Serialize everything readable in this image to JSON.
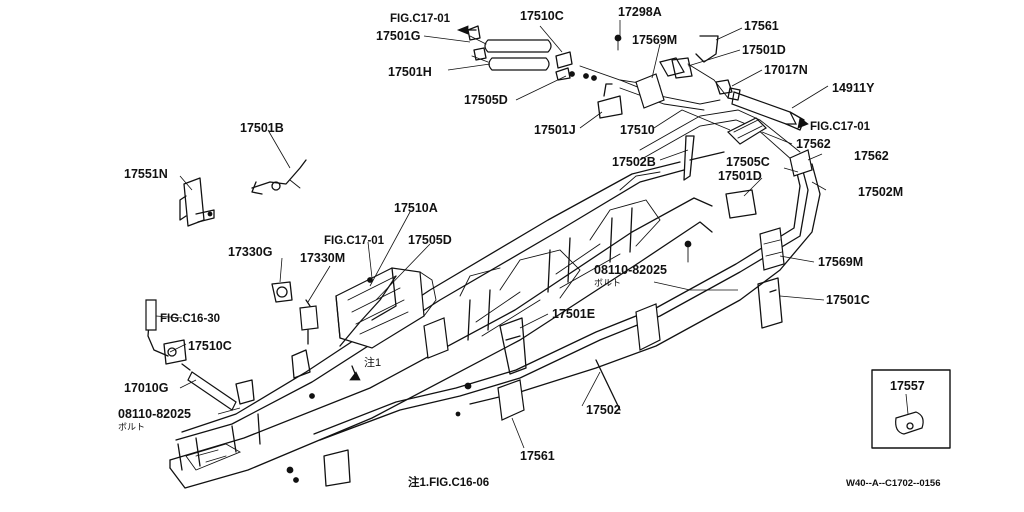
{
  "diagram": {
    "part_labels": [
      {
        "id": "p-17510c-top",
        "text": "17510C"
      },
      {
        "id": "p-17298a",
        "text": "17298A"
      },
      {
        "id": "p-17561-top",
        "text": "17561"
      },
      {
        "id": "p-17501g",
        "text": "17501G"
      },
      {
        "id": "p-17569m-top",
        "text": "17569M"
      },
      {
        "id": "p-17501d-top",
        "text": "17501D"
      },
      {
        "id": "p-17501h",
        "text": "17501H"
      },
      {
        "id": "p-17017n",
        "text": "17017N"
      },
      {
        "id": "p-14911y",
        "text": "14911Y"
      },
      {
        "id": "p-17505d-top",
        "text": "17505D"
      },
      {
        "id": "p-17501j",
        "text": "17501J"
      },
      {
        "id": "p-17510",
        "text": "17510"
      },
      {
        "id": "p-17562a",
        "text": "17562"
      },
      {
        "id": "p-17562b",
        "text": "17562"
      },
      {
        "id": "p-17501b",
        "text": "17501B"
      },
      {
        "id": "p-17502b",
        "text": "17502B"
      },
      {
        "id": "p-17505c",
        "text": "17505C"
      },
      {
        "id": "p-17501d-mid",
        "text": "17501D"
      },
      {
        "id": "p-17502m",
        "text": "17502M"
      },
      {
        "id": "p-17551n",
        "text": "17551N"
      },
      {
        "id": "p-17510a",
        "text": "17510A"
      },
      {
        "id": "p-17505d-mid",
        "text": "17505D"
      },
      {
        "id": "p-17330g",
        "text": "17330G"
      },
      {
        "id": "p-17330m",
        "text": "17330M"
      },
      {
        "id": "p-17569m-right",
        "text": "17569M"
      },
      {
        "id": "p-08110-right",
        "text": "08110-82025"
      },
      {
        "id": "p-17501c-right",
        "text": "17501C"
      },
      {
        "id": "p-17501e",
        "text": "17501E"
      },
      {
        "id": "p-17510c-left",
        "text": "17510C"
      },
      {
        "id": "p-17010g",
        "text": "17010G"
      },
      {
        "id": "p-08110-left",
        "text": "08110-82025"
      },
      {
        "id": "p-17502",
        "text": "17502"
      },
      {
        "id": "p-17561-bottom",
        "text": "17561"
      },
      {
        "id": "p-17557",
        "text": "17557"
      }
    ],
    "figure_refs": [
      {
        "id": "fig-c17-top",
        "text": "FIG.C17-01"
      },
      {
        "id": "fig-c17-right",
        "text": "FIG.C17-01"
      },
      {
        "id": "fig-c17-mid",
        "text": "FIG.C17-01"
      },
      {
        "id": "fig-c16-left",
        "text": "FIG.C16-30"
      }
    ],
    "jp_labels": [
      {
        "id": "jp-bolt-right",
        "text": "ボルト"
      },
      {
        "id": "jp-bolt-left",
        "text": "ボルト"
      },
      {
        "id": "jp-note-marker",
        "text": "注1"
      }
    ],
    "footnote": "注1.FIG.C16-06",
    "drawing_code": "W40--A--C1702--0156"
  }
}
